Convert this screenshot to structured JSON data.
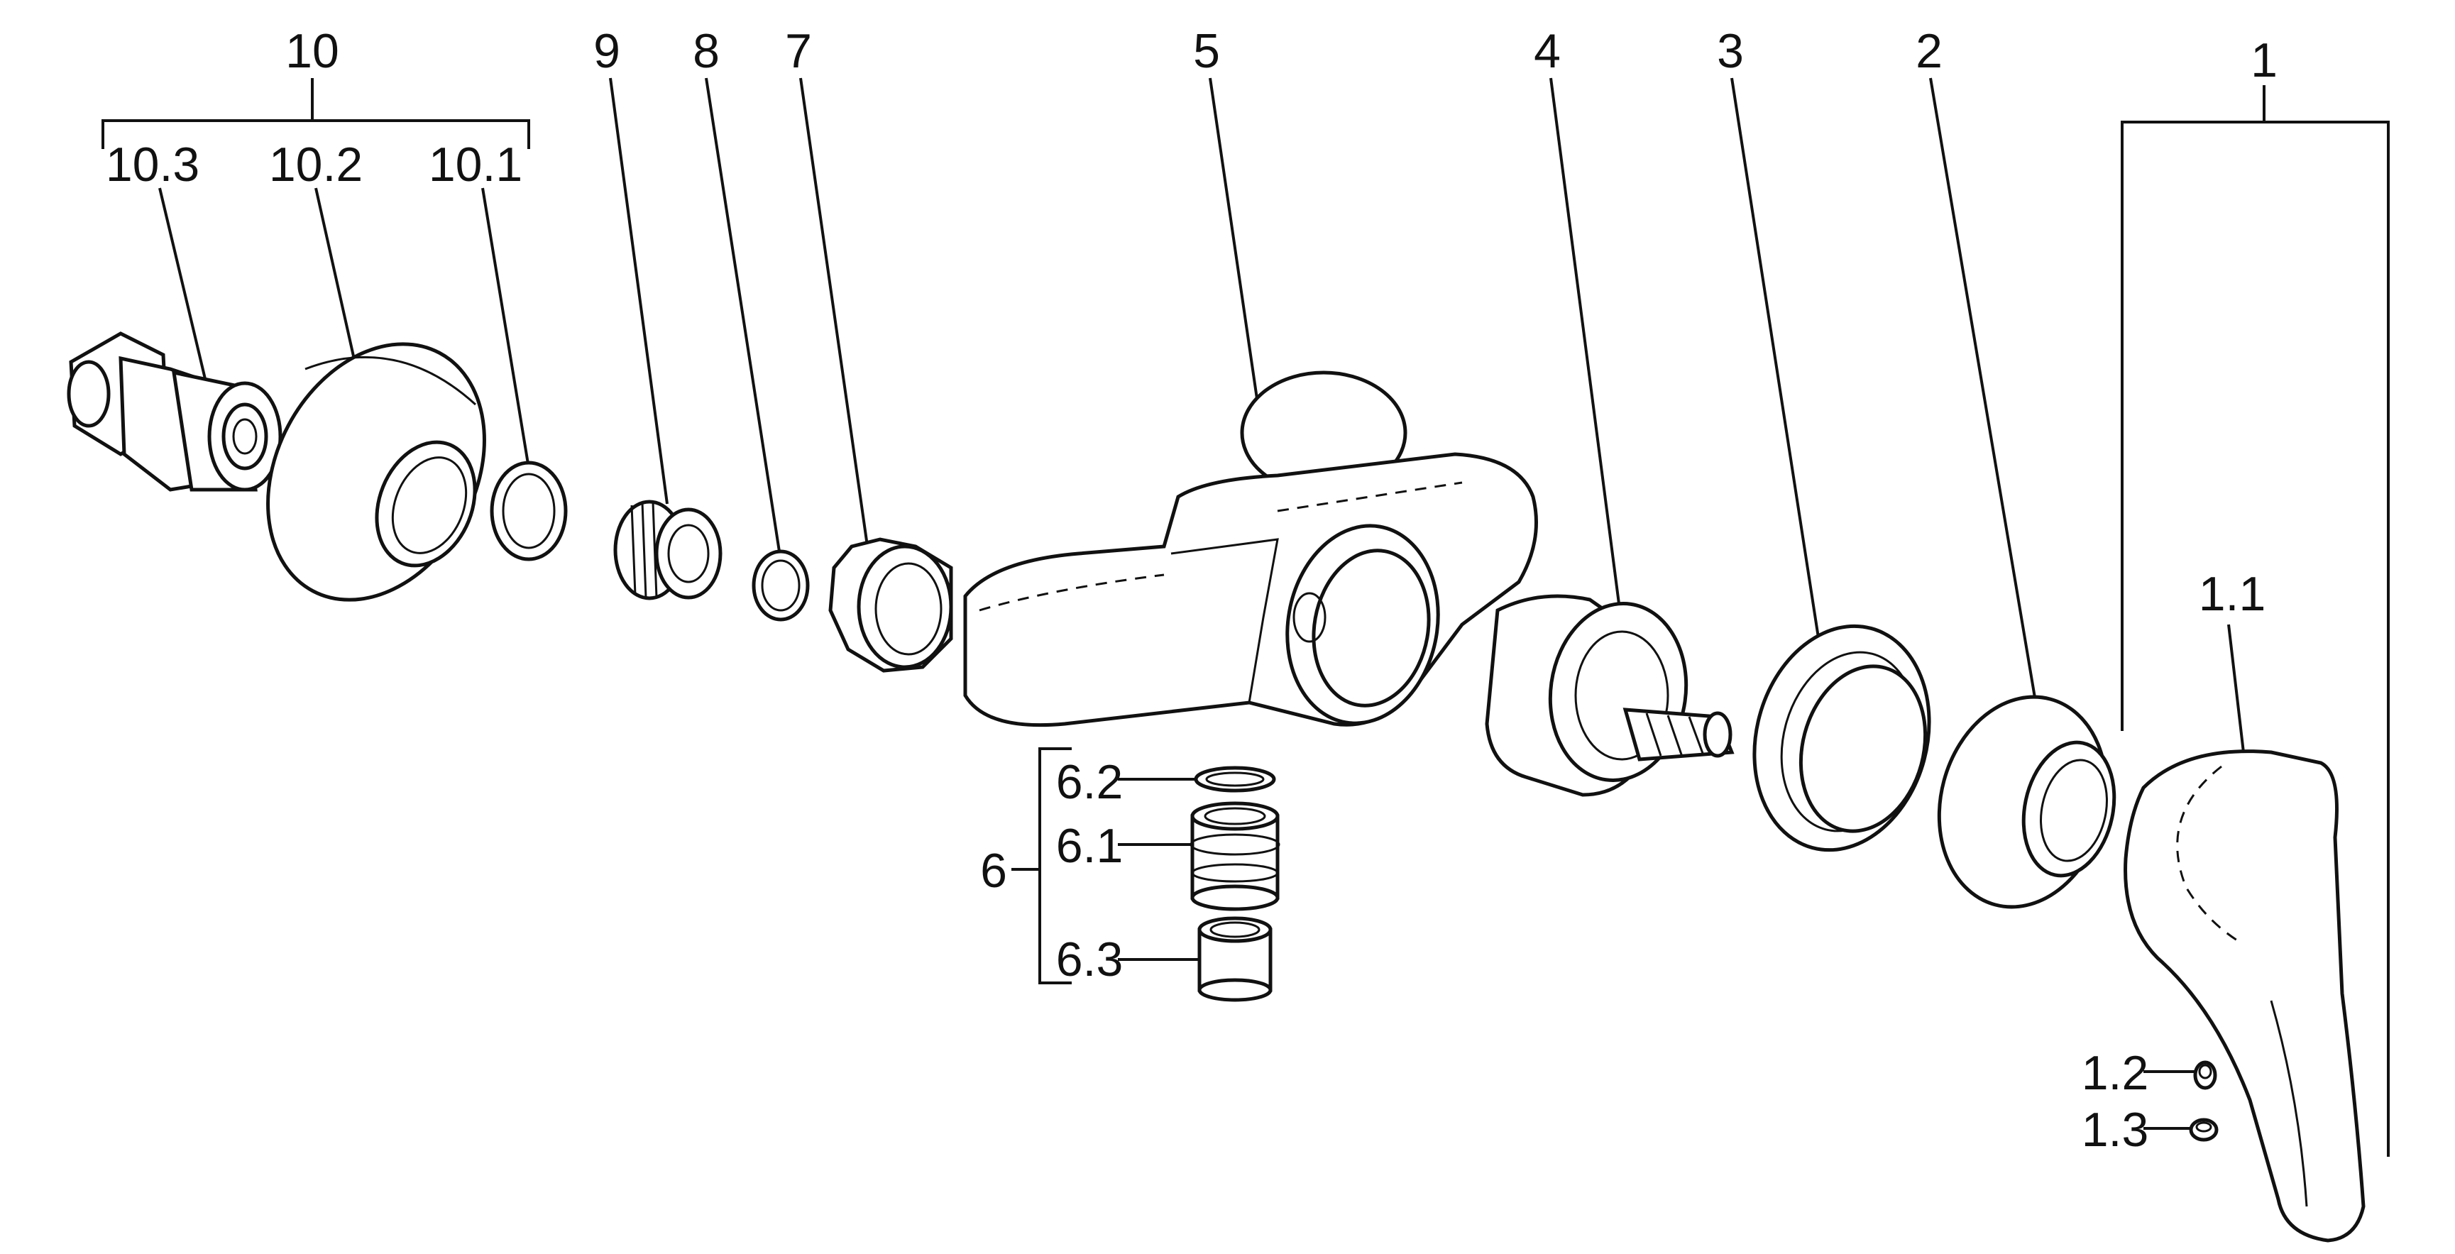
{
  "labels": {
    "l1": "1",
    "l1_1": "1.1",
    "l1_2": "1.2",
    "l1_3": "1.3",
    "l2": "2",
    "l3": "3",
    "l4": "4",
    "l5": "5",
    "l6": "6",
    "l6_1": "6.1",
    "l6_2": "6.2",
    "l6_3": "6.3",
    "l7": "7",
    "l8": "8",
    "l9": "9",
    "l10": "10",
    "l10_1": "10.1",
    "l10_2": "10.2",
    "l10_3": "10.3"
  }
}
